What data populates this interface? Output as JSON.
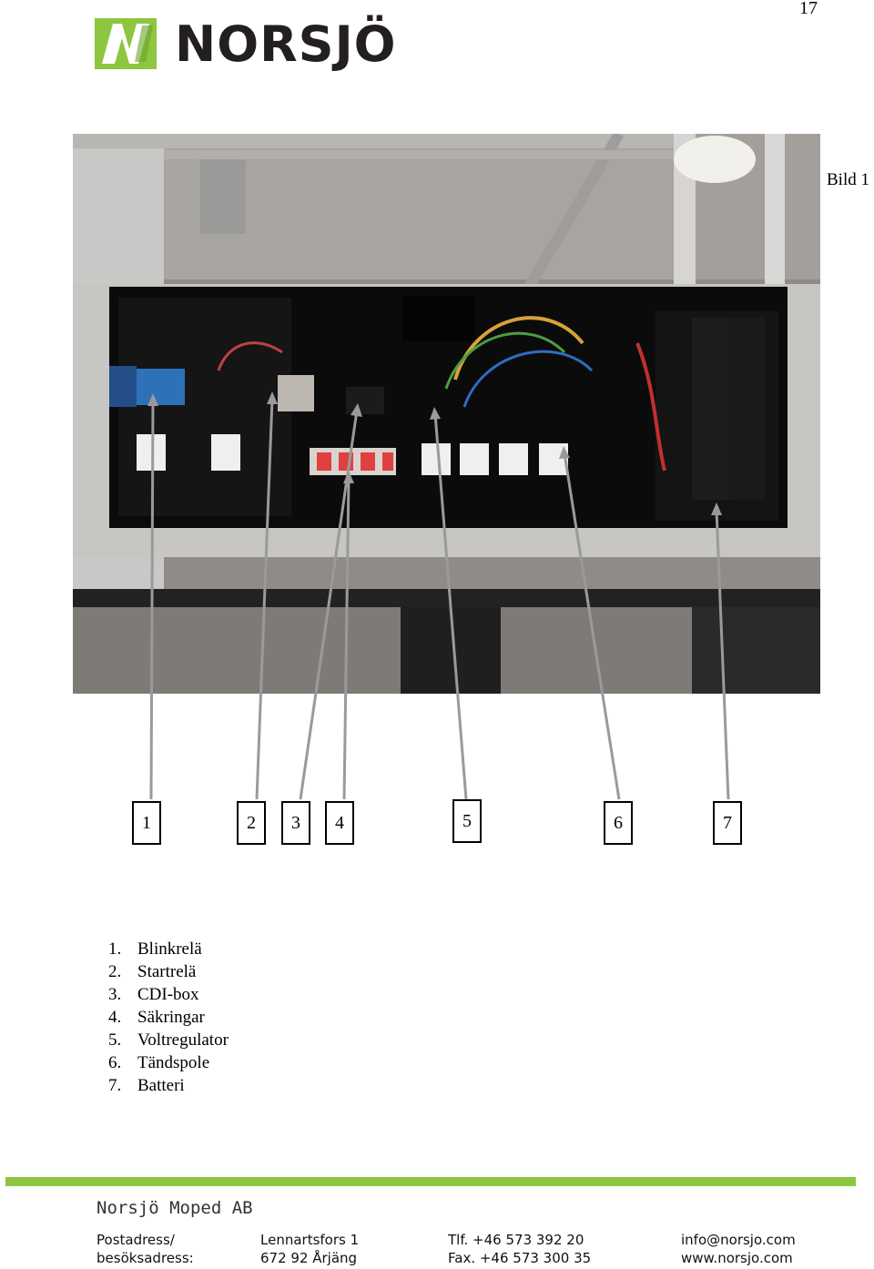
{
  "page": {
    "number": "17"
  },
  "header": {
    "logo_text": "NORSJÖ",
    "logo_color": "#8dc63f"
  },
  "figure": {
    "label": "Bild 1",
    "callouts": [
      "1",
      "2",
      "3",
      "4",
      "5",
      "6",
      "7"
    ]
  },
  "legend": {
    "items": [
      {
        "num": "1.",
        "text": "Blinkrelä"
      },
      {
        "num": "2.",
        "text": "Startrelä"
      },
      {
        "num": "3.",
        "text": "CDI-box"
      },
      {
        "num": "4.",
        "text": "Säkringar"
      },
      {
        "num": "5.",
        "text": "Voltregulator"
      },
      {
        "num": "6.",
        "text": "Tändspole"
      },
      {
        "num": "7.",
        "text": "Batteri"
      }
    ]
  },
  "footer": {
    "company": "Norsjö Moped AB",
    "address_label_1": "Postadress/",
    "address_label_2": "besöksadress:",
    "street": "Lennartsfors 1",
    "postal": "672 92 Årjäng",
    "phone": "Tlf. +46 573 392 20",
    "fax": "Fax. +46 573 300 35",
    "email": "info@norsjo.com",
    "web": "www.norsjo.com",
    "rule_color": "#8dc63f"
  }
}
